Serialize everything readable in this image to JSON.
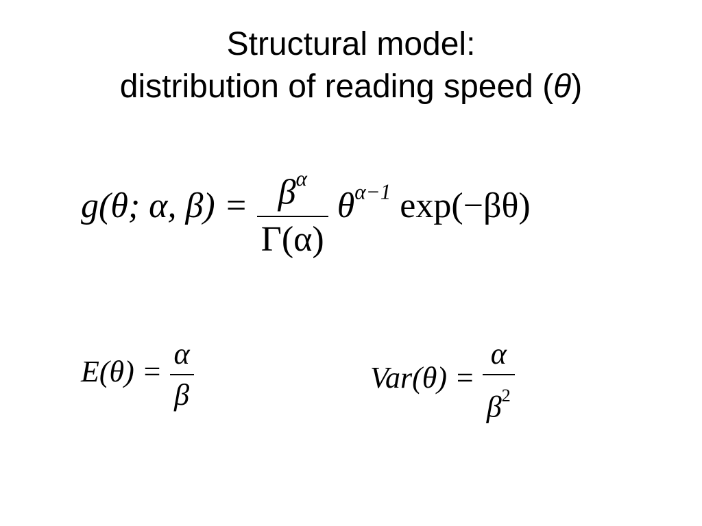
{
  "slide": {
    "title_line1": "Structural model:",
    "title_line2_prefix": "distribution of reading speed (",
    "title_line2_symbol": "θ",
    "title_line2_suffix": ")"
  },
  "formulas": {
    "density": {
      "lhs": "g(θ; α, β) =",
      "numerator": "β",
      "numerator_sup": "α",
      "denominator": "Γ(α)",
      "term": "θ",
      "term_sup": "α−1",
      "tail": " exp(−βθ)"
    },
    "mean": {
      "lhs": "E(θ) =",
      "numerator": "α",
      "denominator": "β"
    },
    "variance": {
      "lhs": "Var(θ) =",
      "numerator": "α",
      "denominator": "β",
      "denominator_sup": "2"
    }
  }
}
